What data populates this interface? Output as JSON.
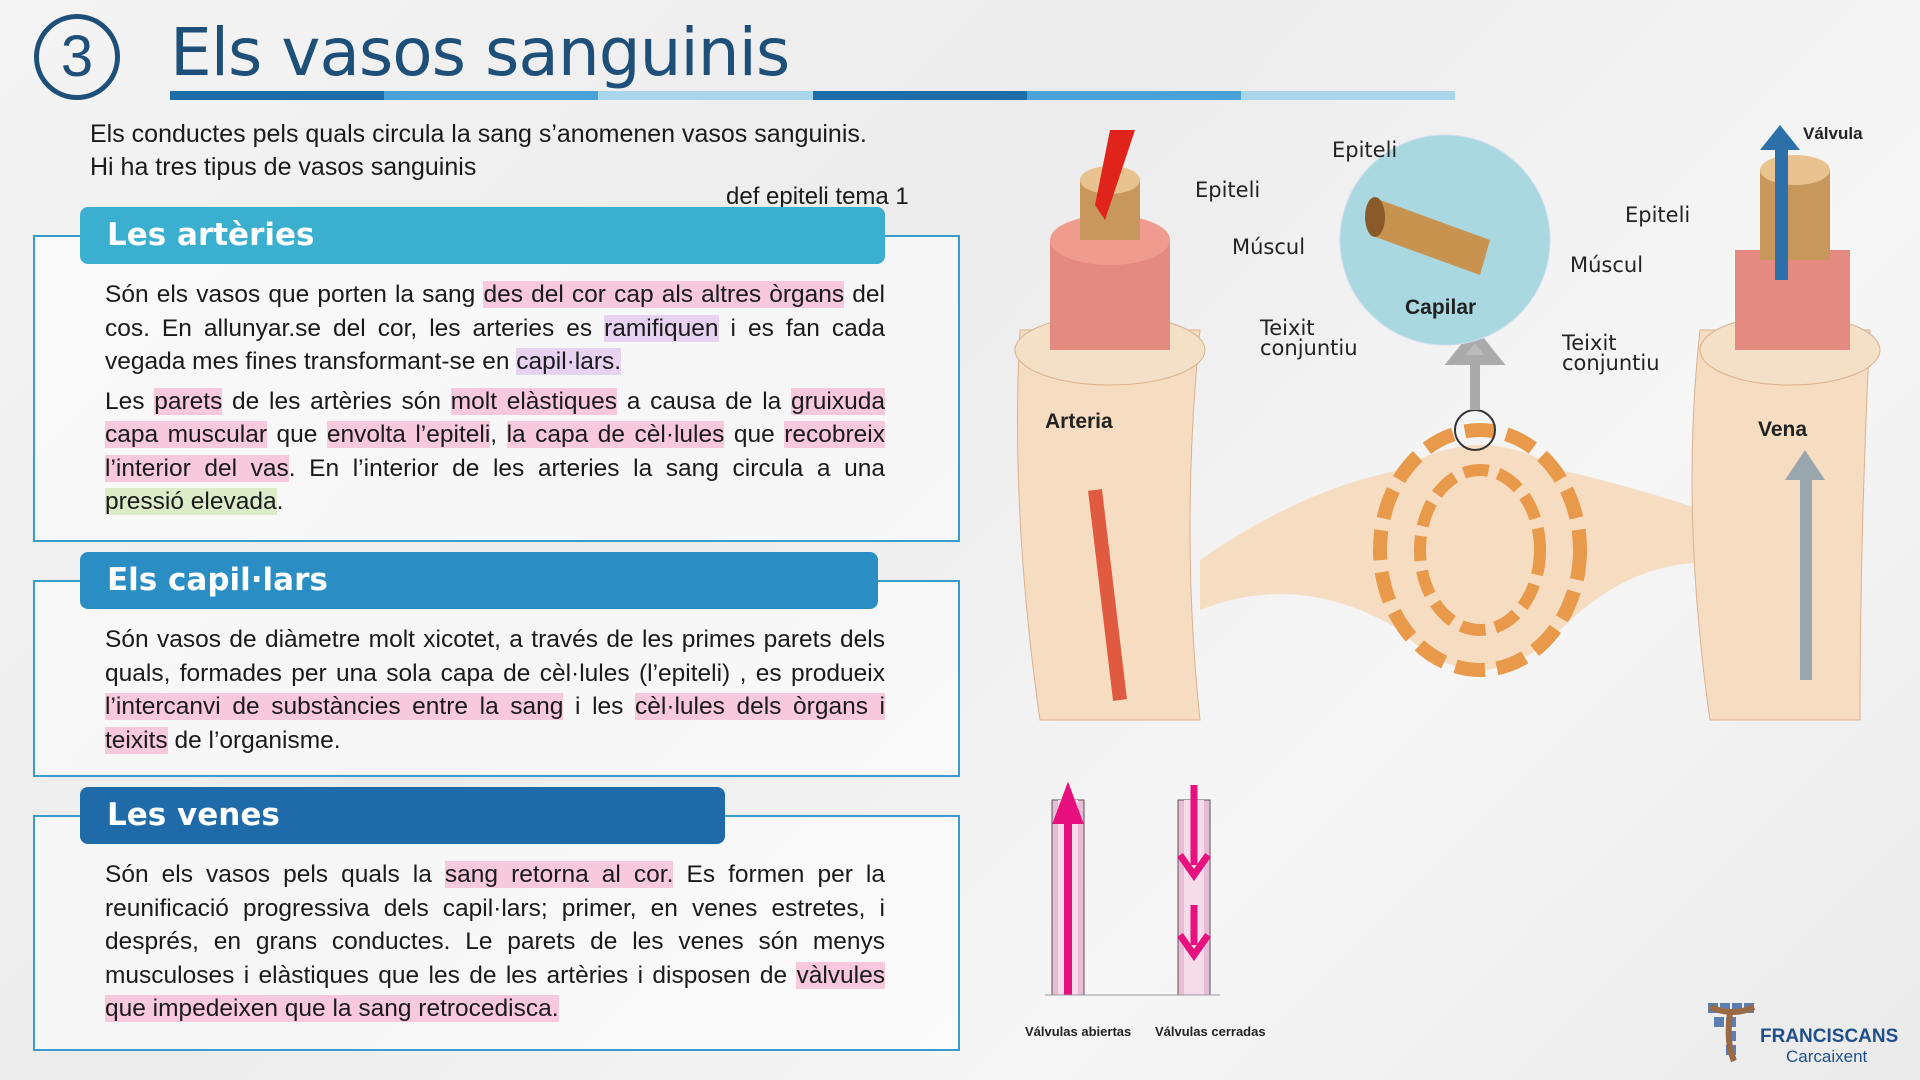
{
  "header": {
    "number": "3",
    "title": "Els vasos sanguinis",
    "bar_colors": [
      "#1d6ea8",
      "#4aa3d8",
      "#a9d6ea",
      "#1d6ea8",
      "#4aa3d8",
      "#a9d6ea"
    ]
  },
  "intro": [
    "Els conductes pels quals circula la sang s’anomenen vasos sanguinis.",
    "Hi ha tres tipus de vasos sanguinis"
  ],
  "note": "def epiteli tema 1",
  "highlight_colors": {
    "pink": "#f8c9dc",
    "lav": "#e7d2f1",
    "green": "#dcecc8"
  },
  "sections": [
    {
      "title": "Les artèries",
      "color": "#3aafcf",
      "paragraphs": [
        [
          {
            "t": "Són els vasos que porten la sang "
          },
          {
            "t": "des del cor cap als altres òrgans",
            "h": "pink"
          },
          {
            "t": " del cos. En allunyar.se del cor, les arteries es "
          },
          {
            "t": "ramifiquen",
            "h": "lav"
          },
          {
            "t": " i es fan cada vegada mes fines transformant-se en "
          },
          {
            "t": "capil·lars.",
            "h": "lav"
          }
        ],
        [
          {
            "t": "Les "
          },
          {
            "t": "parets",
            "h": "pink"
          },
          {
            "t": " de les artèries són "
          },
          {
            "t": "molt elàstiques",
            "h": "pink"
          },
          {
            "t": " a causa de la "
          },
          {
            "t": "gruixuda capa muscular",
            "h": "pink"
          },
          {
            "t": " que "
          },
          {
            "t": "envolta l’epiteli",
            "h": "pink"
          },
          {
            "t": ", "
          },
          {
            "t": "la capa de cèl·lules",
            "h": "pink"
          },
          {
            "t": " que "
          },
          {
            "t": "recobreix l’interior del vas",
            "h": "pink"
          },
          {
            "t": ". En l’interior de les arteries la sang circula a una "
          },
          {
            "t": "pressió elevada",
            "h": "green"
          },
          {
            "t": "."
          }
        ]
      ]
    },
    {
      "title": "Els capil·lars",
      "color": "#2a8ec4",
      "paragraphs": [
        [
          {
            "t": "Són vasos de diàmetre molt xicotet, a través de les primes parets dels quals, formades per una sola capa de cèl·lules (l’epiteli) , es produeix "
          },
          {
            "t": "l’intercanvi de substàncies entre la sang",
            "h": "pink"
          },
          {
            "t": " i les "
          },
          {
            "t": "cèl·lules dels òrgans i teixits",
            "h": "pink"
          },
          {
            "t": " de l’organisme."
          }
        ]
      ]
    },
    {
      "title": "Les venes",
      "color": "#1f6aa8",
      "paragraphs": [
        [
          {
            "t": "Són els vasos pels quals la "
          },
          {
            "t": "sang retorna al cor.",
            "h": "pink"
          },
          {
            "t": " Es formen per la reunificació progressiva dels capil·lars; primer, en venes estretes, i després, en grans conductes. Le parets de les venes són menys musculoses i elàstiques que les de les artèries i disposen de "
          },
          {
            "t": "vàlvules que impedeixen que la sang retrocedisca.",
            "h": "pink"
          }
        ]
      ]
    }
  ],
  "diagram": {
    "labels": {
      "epiteli": "Epiteli",
      "muscul": "Múscul",
      "teixit": "Teixit conjuntiu",
      "capilar": "Capilar",
      "arteria": "Arteria",
      "vena": "Vena",
      "valvula": "Válvula"
    }
  },
  "valves": {
    "open": "Válvulas abiertas",
    "closed": "Válvulas cerradas"
  },
  "logo": {
    "name": "FRANCISCANS",
    "place": "Carcaixent"
  }
}
